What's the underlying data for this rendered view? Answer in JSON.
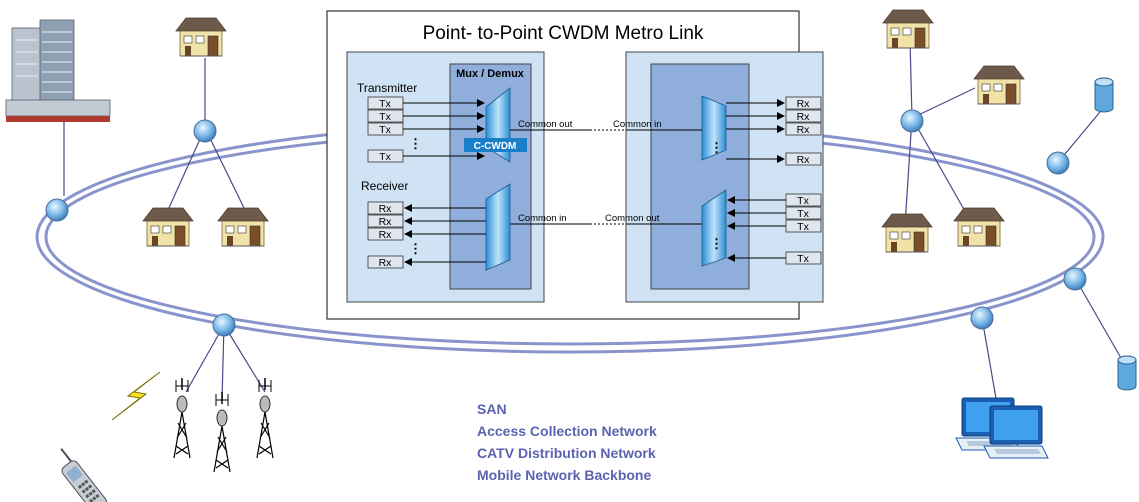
{
  "title": "Point- to-Point CWDM Metro Link",
  "mux_demux_label": "Mux / Demux",
  "transmitter_label": "Transmitter",
  "receiver_label": "Receiver",
  "tx_label": "Tx",
  "rx_label": "Rx",
  "c_cwdm_label": "C-CWDM",
  "common_out": "Common out",
  "common_in": "Common in",
  "ellipsis": "⋮",
  "applications": [
    "SAN",
    "Access Collection Network",
    "CATV Distribution Network",
    "Mobile Network Backbone"
  ],
  "colors": {
    "ring": "#8a94cc",
    "node": "#7ab8e8",
    "panel": "#cfe3f4",
    "mux_band": "#8faedb",
    "mux_shape": "#2a8fd6",
    "c_cwdm_bg": "#1a7fc9",
    "applications_text": "#5b63b0"
  },
  "icons": [
    "office-building-icon",
    "house-icon",
    "database-icon",
    "laptop-icon",
    "cell-tower-icon",
    "mobile-phone-icon",
    "lightning-icon",
    "network-node-icon"
  ]
}
